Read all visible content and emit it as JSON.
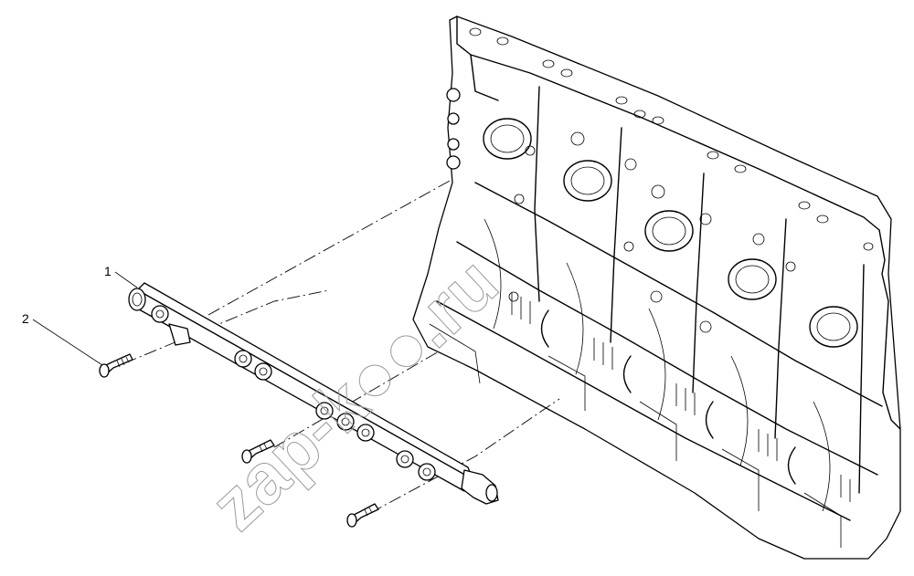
{
  "diagram": {
    "callouts": [
      {
        "number": "1",
        "part": "fuel-rail"
      },
      {
        "number": "2",
        "part": "bolt"
      }
    ],
    "watermark": "zap-k●●.ru"
  }
}
